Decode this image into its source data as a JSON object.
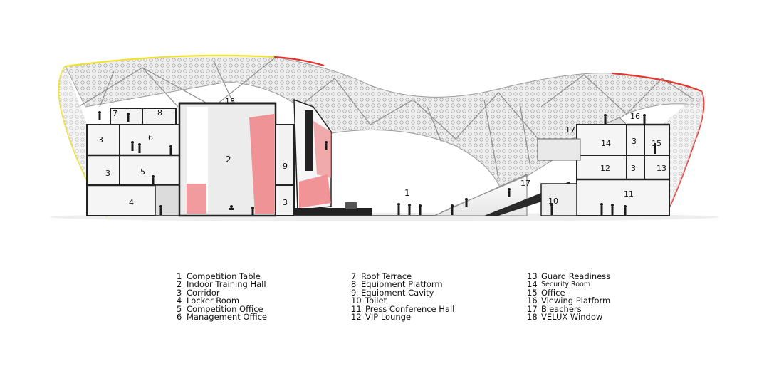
{
  "diagram": {
    "room_numbers": [
      "1",
      "2",
      "3",
      "3",
      "3",
      "3",
      "4",
      "5",
      "6",
      "7",
      "8",
      "9",
      "10",
      "11",
      "12",
      "13",
      "14",
      "15",
      "16",
      "17",
      "17",
      "18"
    ],
    "colors": {
      "outline_left": "#f2e227",
      "outline_right": "#e8322c",
      "accent_pink": "#f08a8d",
      "wall": "#222222",
      "roof_mesh": "#b9b9b9"
    }
  },
  "legend": {
    "columns": [
      [
        {
          "n": "1",
          "label": "Competition Table"
        },
        {
          "n": "2",
          "label": "Indoor Training Hall"
        },
        {
          "n": "3",
          "label": "Corridor"
        },
        {
          "n": "4",
          "label": "Locker Room"
        },
        {
          "n": "5",
          "label": "Competition Office"
        },
        {
          "n": "6",
          "label": "Management Office"
        }
      ],
      [
        {
          "n": "7",
          "label": "Roof Terrace"
        },
        {
          "n": "8",
          "label": "Equipment Platform"
        },
        {
          "n": "9",
          "label": "Equipment Cavity"
        },
        {
          "n": "10",
          "label": "Toilet"
        },
        {
          "n": "11",
          "label": "Press Conference Hall"
        },
        {
          "n": "12",
          "label": "VIP Lounge"
        }
      ],
      [
        {
          "n": "13",
          "label": "Guard  Readiness"
        },
        {
          "n": "14",
          "label": "Security Room"
        },
        {
          "n": "15",
          "label": "Office"
        },
        {
          "n": "16",
          "label": "Viewing Platform"
        },
        {
          "n": "17",
          "label": "Bleachers"
        },
        {
          "n": "18",
          "label": "VELUX Window"
        }
      ]
    ]
  }
}
